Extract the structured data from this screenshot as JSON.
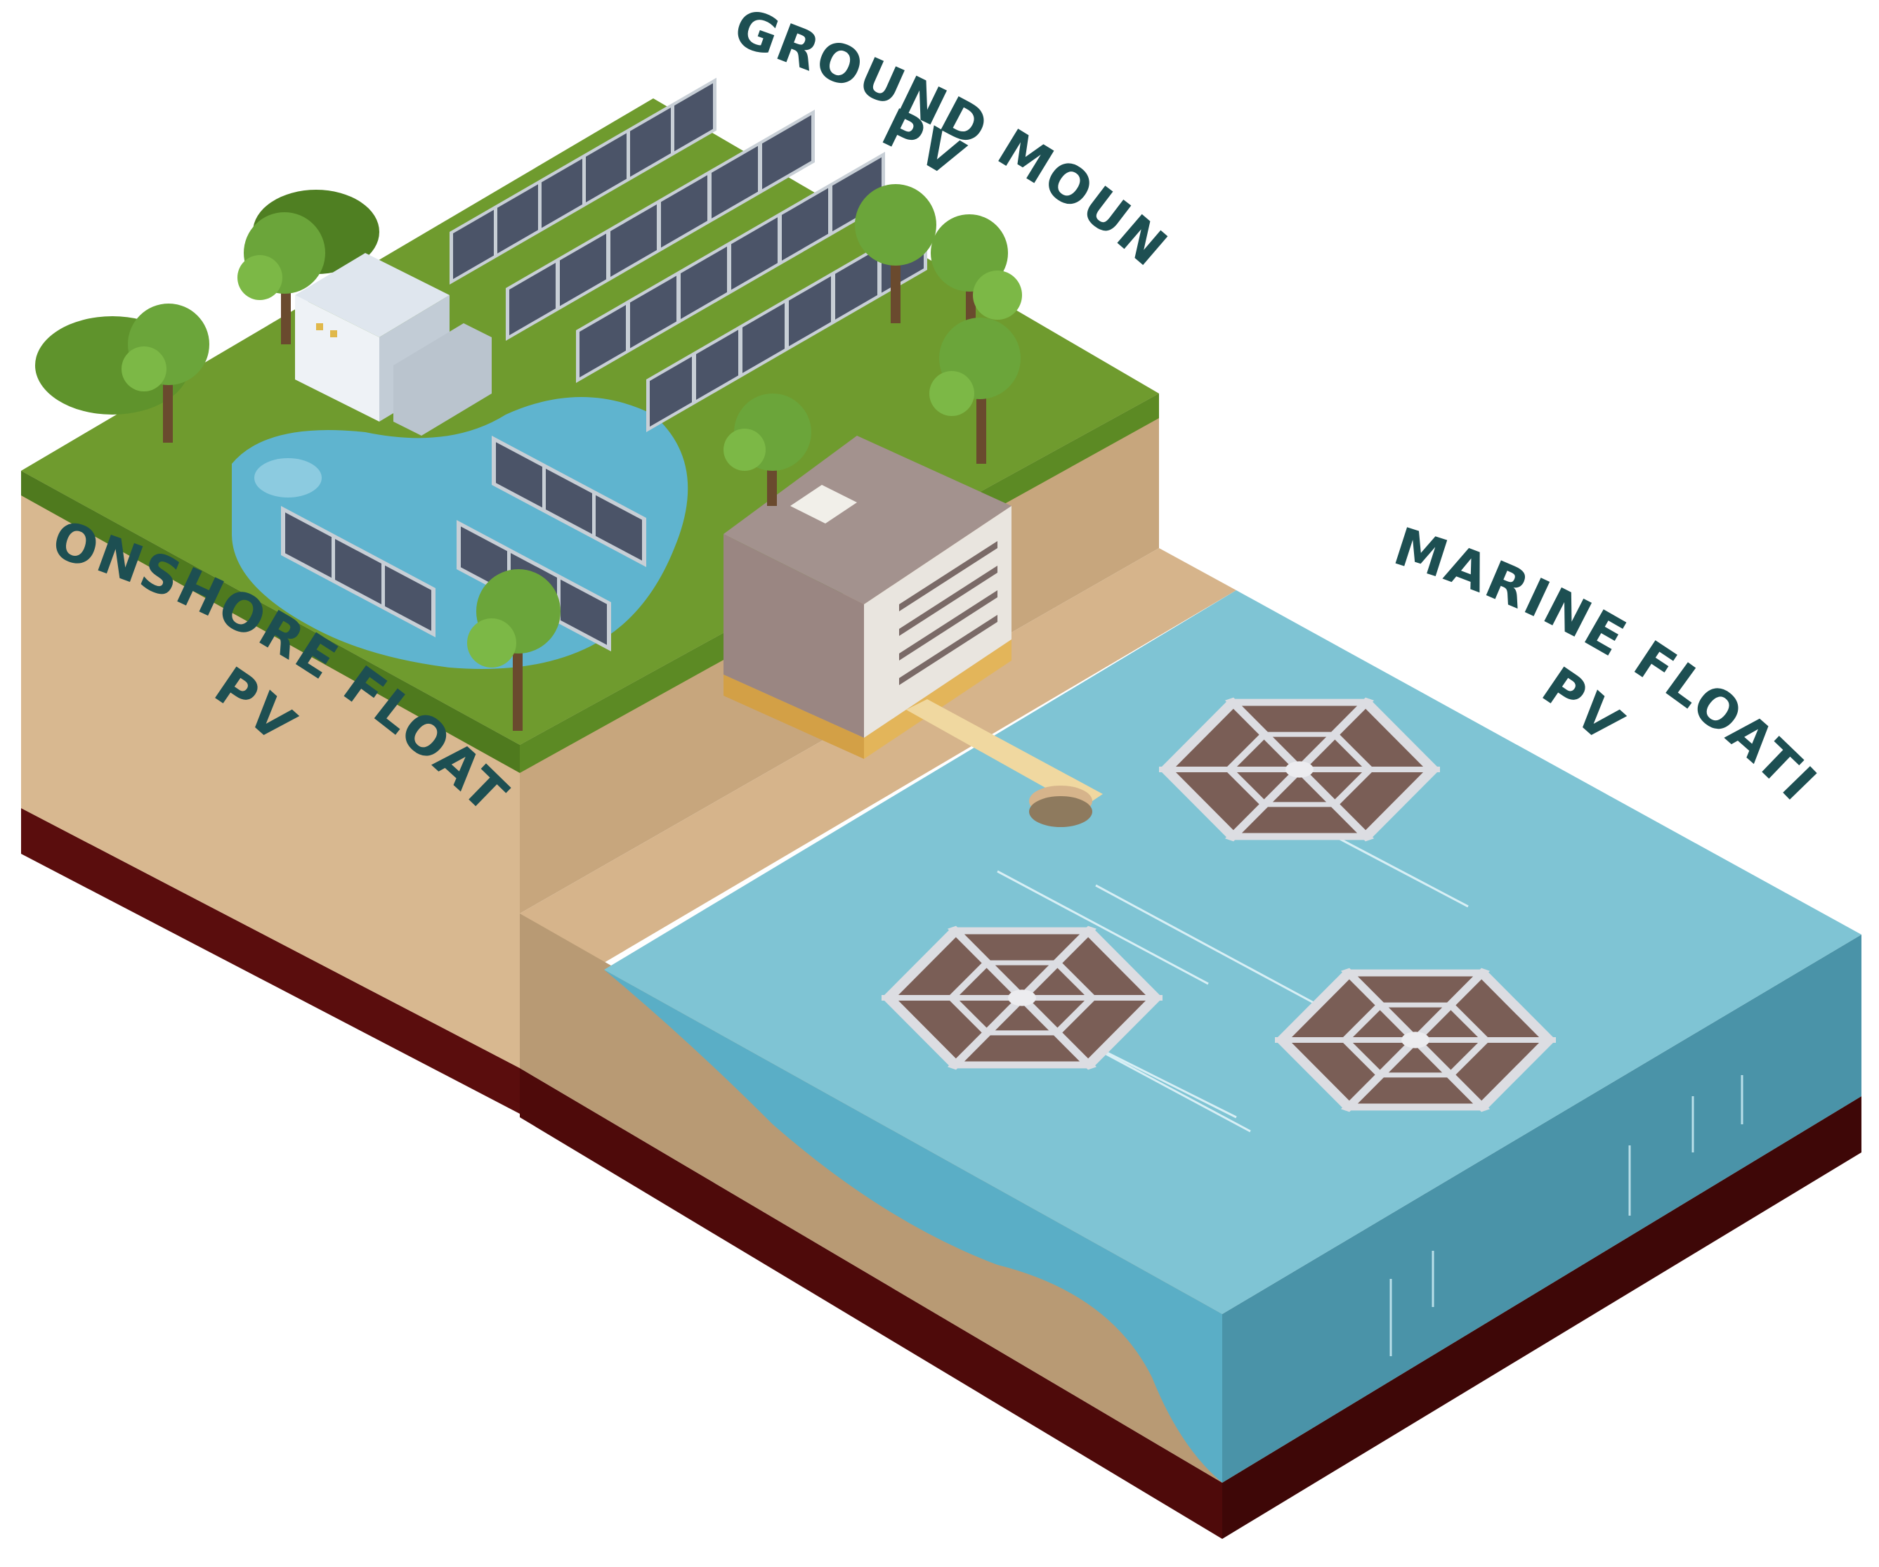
{
  "labels": {
    "ground_mounted_line1": "GROUND MOUNTED",
    "ground_mounted_line2": "PV",
    "onshore_floating_line1": "ONSHORE FLOATING",
    "onshore_floating_line2": "PV",
    "marine_floating_line1": "MARINE FLOATING",
    "marine_floating_line2": "PV"
  },
  "colors": {
    "label_text": "#1d4f52",
    "grass": "#6f9b2e",
    "grass_edge": "#4f7a1e",
    "soil_front": "#d8b890",
    "soil_right": "#c7a67d",
    "bedrock": "#5a0d0d",
    "pond": "#5fb4cf",
    "sea_top": "#7fc4d4",
    "sea_front": "#4f9db0",
    "sea_right": "#4a93a8",
    "panel": "#4b5468",
    "panel_frame": "#c8cfd6",
    "floating_panel": "#7a5e56",
    "floating_frame": "#dcdde2",
    "tree_canopy": "#6ba53a",
    "tree_trunk": "#6a4a2e",
    "building_side": "#a3928e",
    "building_front": "#e9e5df"
  }
}
